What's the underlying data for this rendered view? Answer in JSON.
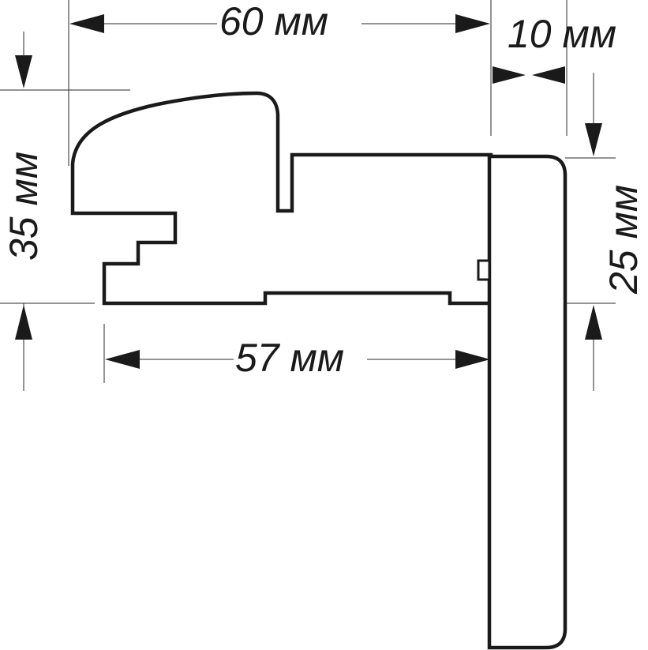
{
  "dimensions": {
    "width_total": "60 мм",
    "width_extension": "10 мм",
    "height_total": "35 мм",
    "height_casing": "25 мм",
    "width_base": "57 мм"
  }
}
